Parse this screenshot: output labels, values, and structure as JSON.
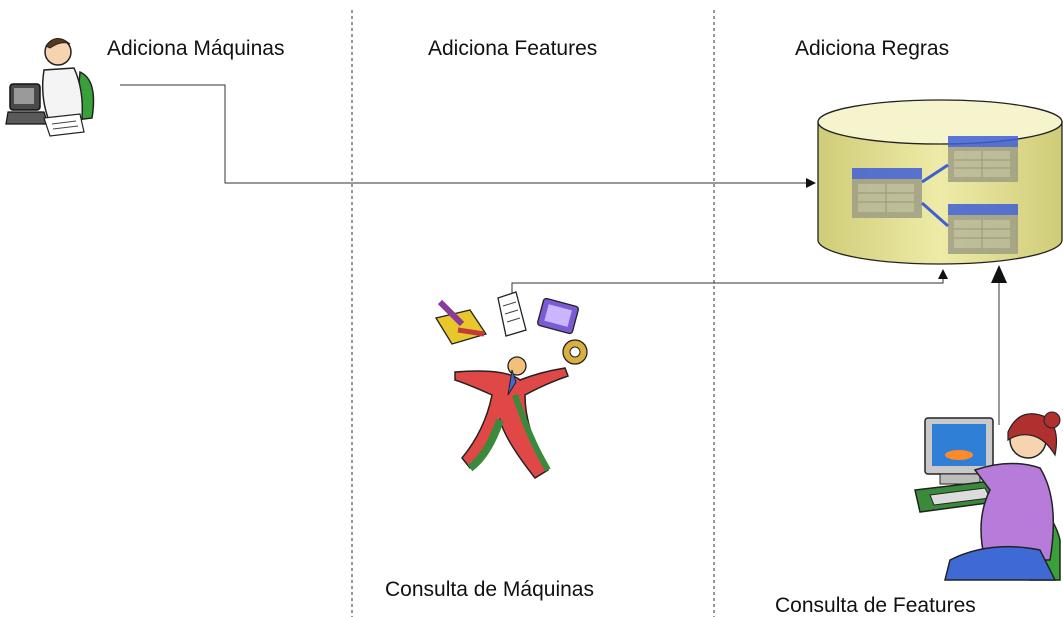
{
  "columns": {
    "col1_title": "Adiciona Máquinas",
    "col2_title": "Adiciona Features",
    "col3_title": "Adiciona Regras"
  },
  "bottom_labels": {
    "machines_query": "Consulta de Máquinas",
    "features_query": "Consulta de Features"
  },
  "colors": {
    "database_fill": "#e6e39a",
    "database_top": "#f3f1c4",
    "table_header": "#3f5fd6",
    "line": "#444444"
  },
  "icons": [
    "man-at-computer-icon",
    "database-cylinder-icon",
    "juggling-person-icon",
    "woman-at-computer-icon"
  ]
}
